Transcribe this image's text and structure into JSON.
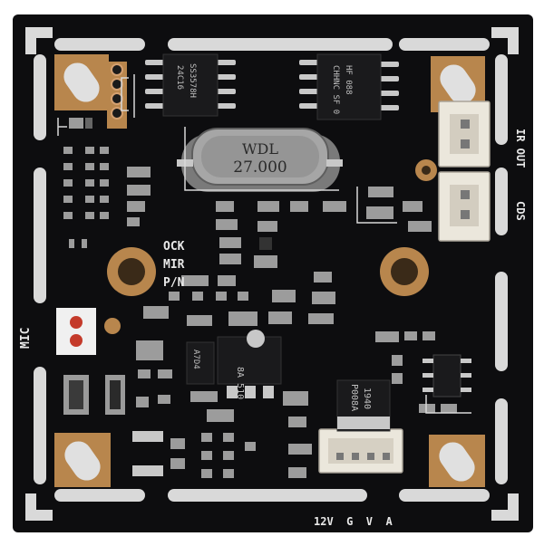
{
  "colors": {
    "background": "#ffffff",
    "board": "#0d0d0f",
    "slot": "#d9d9d9",
    "pad_copper": "#b8864d",
    "pad_hole": "#6b4a2a",
    "silkscreen": "#e8e8e8",
    "ic_body": "#1a1a1c",
    "pin": "#c8c8c8",
    "crystal": "#8d8d8d",
    "connector": "#ebe7dc",
    "red_part": "#c43a2a"
  },
  "crystal": {
    "line1": "WDL",
    "line2": "27.000"
  },
  "labels": {
    "ock": "OCK",
    "mir": "MIR",
    "pn": "P/N",
    "mic": "MIC",
    "ir_out": "IR OUT",
    "cds": "CDS",
    "power": "12V  G  V  A"
  },
  "chips": {
    "eeprom_line1": "24C16",
    "eeprom_line2": "SS3578H",
    "right_ic_line1": "CHHNC SF 0",
    "right_ic_line2": "HF 088",
    "diode": "P008A",
    "diode_code": "1940",
    "regulator": "A7D4",
    "regulator_code": "8A 510"
  },
  "icons": [
    "mounting-hole-icon",
    "crystal-oscillator-icon",
    "jst-connector-icon",
    "ic-chip-icon"
  ]
}
